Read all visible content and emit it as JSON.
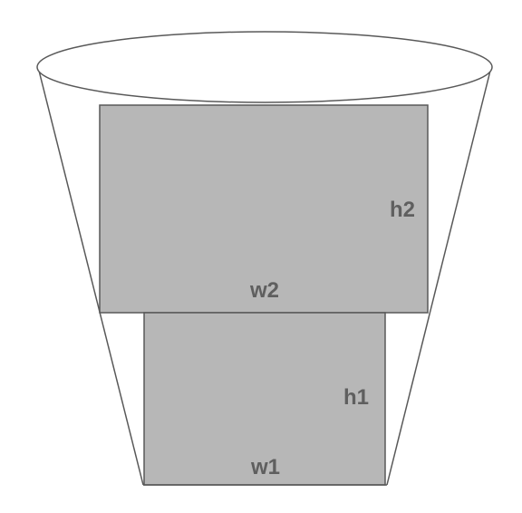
{
  "labels": {
    "h1": "h1",
    "w1": "w1",
    "h2": "h2",
    "w2": "w2"
  },
  "colors": {
    "rect_fill": "#b7b7b7",
    "stroke": "#595959",
    "label": "#5f5f5f",
    "background": "#ffffff"
  }
}
